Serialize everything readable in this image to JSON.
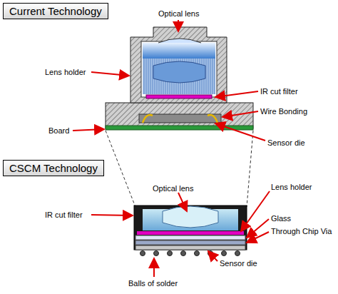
{
  "diagram": {
    "nodes": [
      {
        "text": [
          "Current Technology"
        ]
      },
      {
        "text": [
          "CSCM Technology"
        ]
      }
    ],
    "labels": [
      "Optical lens",
      "Lens holder",
      "IR cut filter",
      "Wire Bonding",
      "Board",
      "Sensor die",
      "Optical lens",
      "IR cut filter",
      "Lens holder",
      "Glass",
      "Through Chip Via",
      "Sensor die",
      "Balls of solder"
    ]
  }
}
